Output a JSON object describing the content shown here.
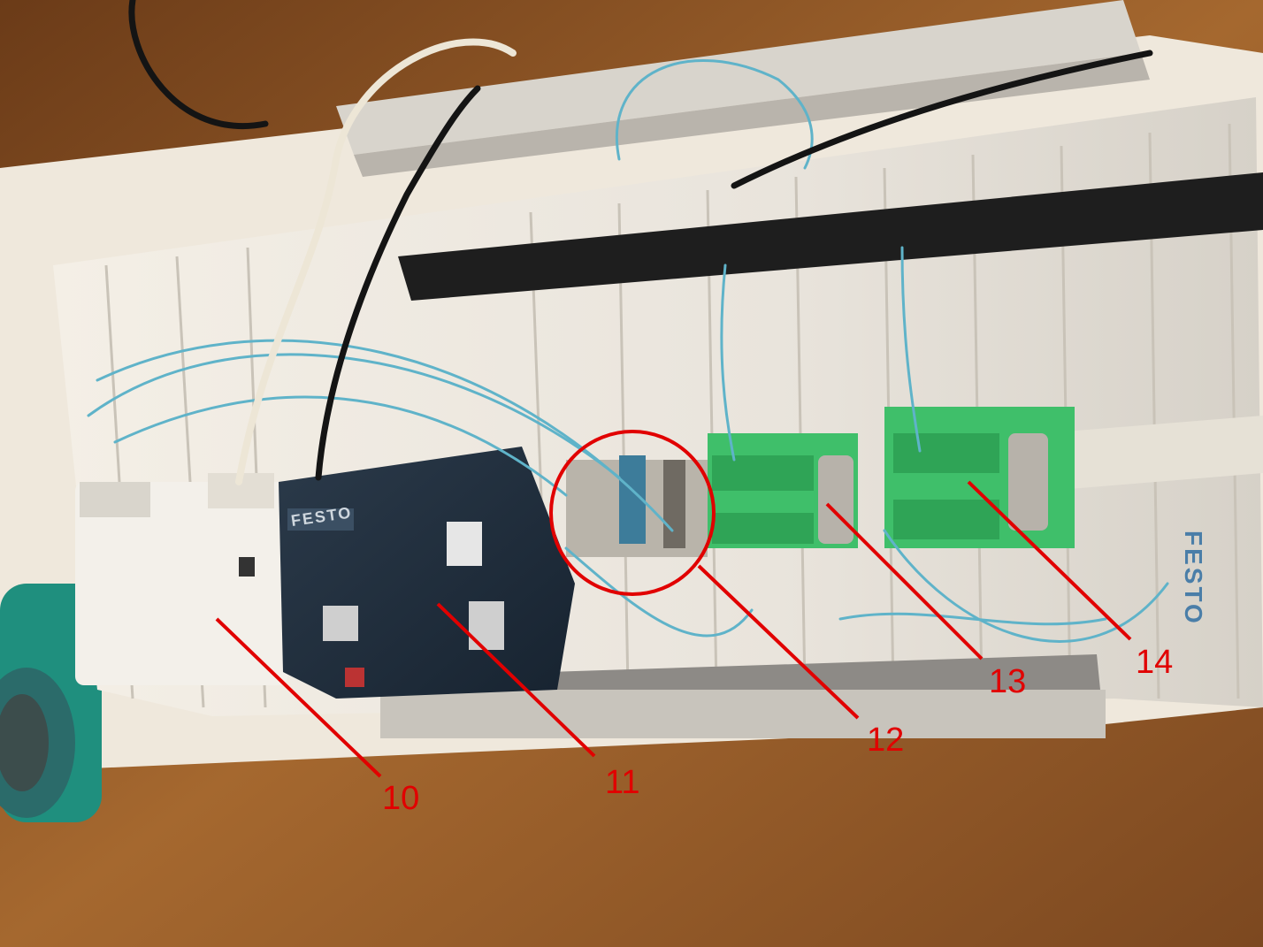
{
  "photo": {
    "brand_on_controller": "FESTO",
    "brand_on_plate": "FESTO"
  },
  "callouts": [
    {
      "id": "10",
      "label": "10"
    },
    {
      "id": "11",
      "label": "11"
    },
    {
      "id": "12",
      "label": "12"
    },
    {
      "id": "13",
      "label": "13"
    },
    {
      "id": "14",
      "label": "14"
    }
  ],
  "colors": {
    "callout": "#e10000",
    "floor": "#8a5226",
    "cable": "#5fb3c9",
    "terminal": "#3fbf6a",
    "controller": "#23313f"
  }
}
